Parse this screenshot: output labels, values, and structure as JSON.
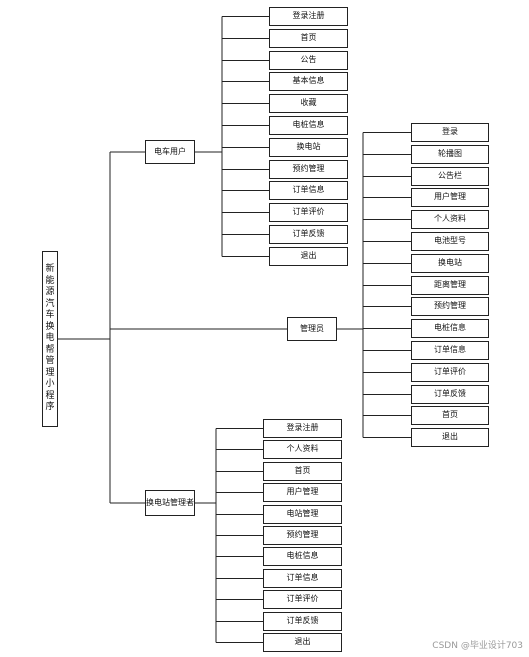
{
  "diagram": {
    "root": "新能源汽车换电帮管理小程序",
    "branches": [
      {
        "label": "电车用户",
        "items": [
          "登录注册",
          "首页",
          "公告",
          "基本信息",
          "收藏",
          "电桩信息",
          "换电站",
          "预约管理",
          "订单信息",
          "订单评价",
          "订单反馈",
          "退出"
        ]
      },
      {
        "label": "管理员",
        "items": [
          "登录",
          "轮播图",
          "公告栏",
          "用户管理",
          "个人资料",
          "电池型号",
          "换电站",
          "距离管理",
          "预约管理",
          "电桩信息",
          "订单信息",
          "订单评价",
          "订单反馈",
          "首页",
          "退出"
        ]
      },
      {
        "label": "换电站管理者",
        "items": [
          "登录注册",
          "个人资料",
          "首页",
          "用户管理",
          "电站管理",
          "预约管理",
          "电桩信息",
          "订单信息",
          "订单评价",
          "订单反馈",
          "退出"
        ]
      }
    ]
  },
  "watermark": "CSDN @毕业设计703"
}
